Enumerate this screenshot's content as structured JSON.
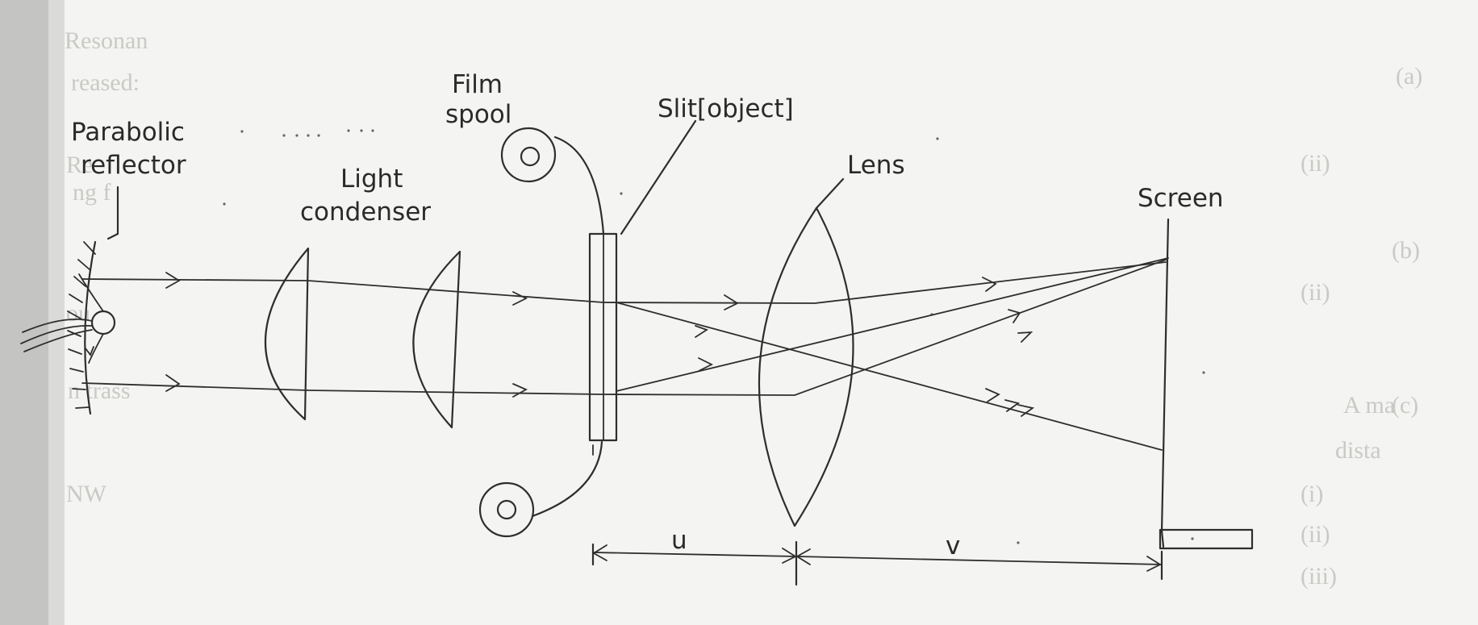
{
  "labels": {
    "parabolic_reflector": [
      "Parabolic",
      "reflector"
    ],
    "light_condenser": [
      "Light",
      "condenser"
    ],
    "film_spool": [
      "Film",
      "spool"
    ],
    "slit": "Slit[object]",
    "lens": "Lens",
    "screen": "Screen",
    "object_distance": "u",
    "image_distance": "v"
  },
  "bleed_through": {
    "left": [
      "Resonan",
      "reased:",
      "Re",
      "ng f",
      "ou",
      "n trass",
      "NW"
    ],
    "right": [
      "(a)",
      "(ii)",
      "(b)",
      "(ii)",
      "(c)",
      "A ma",
      "dista",
      "(i)",
      "(ii)",
      "(iii)"
    ]
  }
}
